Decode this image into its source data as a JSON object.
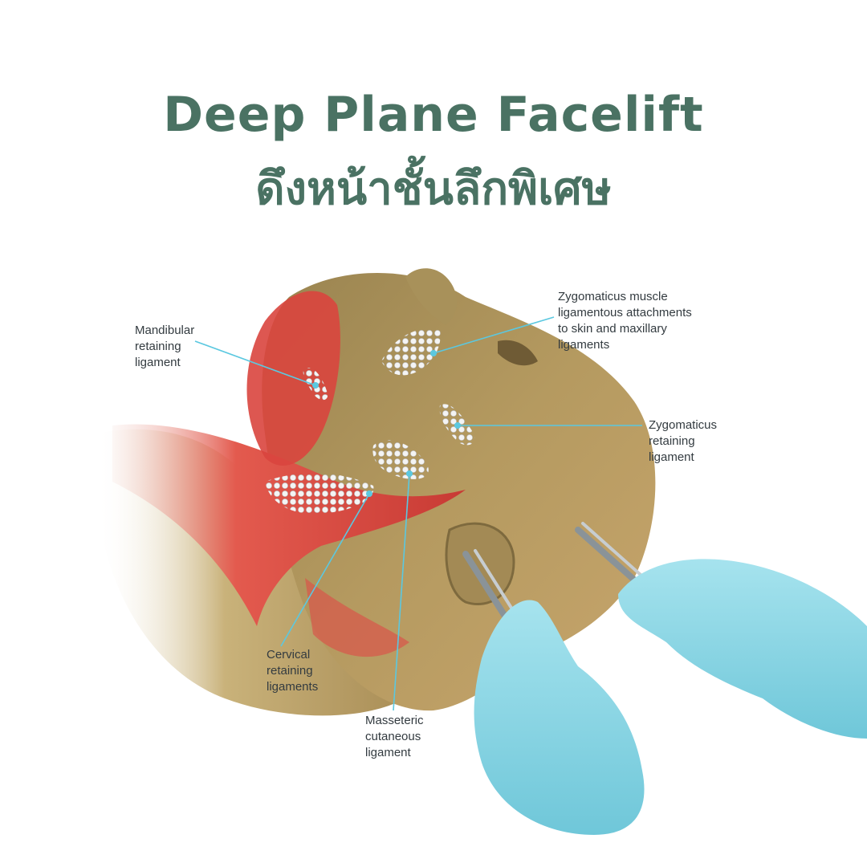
{
  "title": {
    "english": "Deep Plane Facelift",
    "thai": "ดึงหน้าชั้นลึกพิเศษ"
  },
  "labels": {
    "mandibular": "Mandibular\nretaining\nligament",
    "zygomaticus_muscle": "Zygomaticus muscle\nligamentous attachments\nto skin and maxillary\nligaments",
    "zygomaticus_retaining": "Zygomaticus\nretaining\nligament",
    "cervical": "Cervical\nretaining\nligaments",
    "masseteric": "Masseteric\ncutaneous\nligament"
  },
  "colors": {
    "title": "#4a7263",
    "leader_line": "#5bc8e0",
    "skin": "#b89a5e",
    "muscle": "#d9453e",
    "glove": "#8fd8e6",
    "ligament_dots": "#f2f2f2"
  }
}
